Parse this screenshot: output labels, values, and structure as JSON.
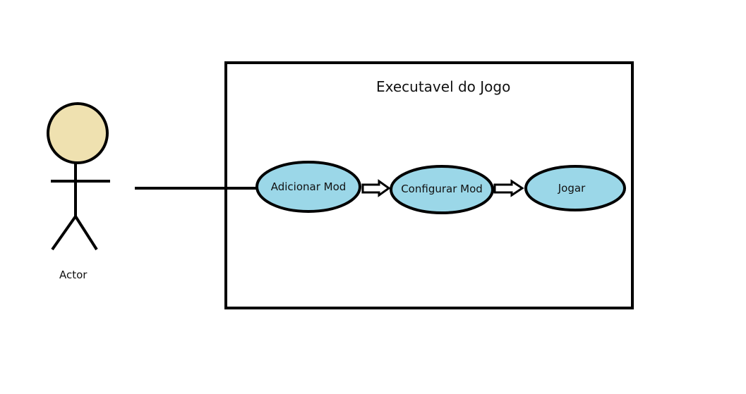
{
  "diagram": {
    "type": "use-case",
    "system_title": "Executavel do Jogo",
    "actor": {
      "label": "Actor"
    },
    "use_cases": [
      {
        "label": "Adicionar Mod"
      },
      {
        "label": "Configurar Mod"
      },
      {
        "label": "Jogar"
      }
    ],
    "colors": {
      "actor_head": "#efe1b0",
      "use_case_fill": "#9bd7e8",
      "stroke": "#000000"
    }
  }
}
